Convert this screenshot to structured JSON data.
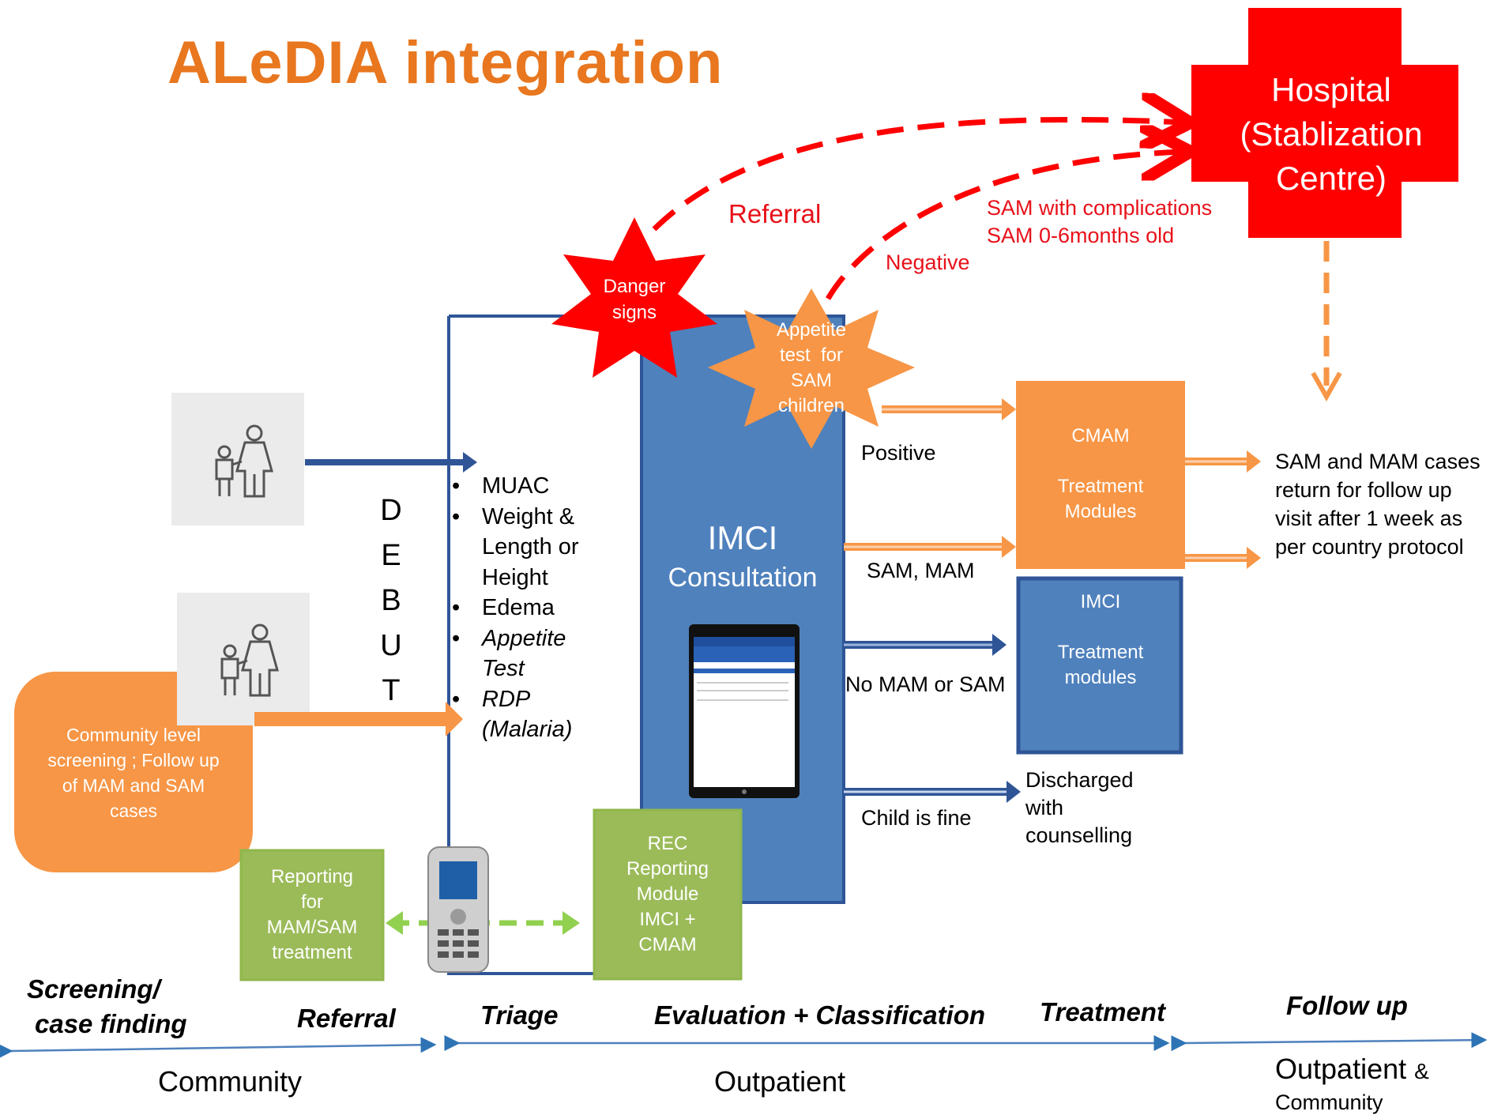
{
  "title": "ALeDIA integration",
  "hospital": {
    "line1": "Hospital",
    "line2": "(Stablization",
    "line3": "Centre)"
  },
  "referral_label": "Referral",
  "sam_complications": {
    "line1": "SAM with complications",
    "line2": "SAM 0-6months old"
  },
  "negative_label": "Negative",
  "danger_signs": {
    "line1": "Danger",
    "line2": "signs"
  },
  "appetite_test": {
    "line1": "Appetite",
    "line2": "test  for",
    "line3": "SAM",
    "line4": "children"
  },
  "debut_letters": [
    "D",
    "E",
    "B",
    "U",
    "T"
  ],
  "triage_items": [
    {
      "text": "MUAC",
      "italic": false
    },
    {
      "text": "Weight &",
      "italic": false
    },
    {
      "text": "Length or",
      "italic": false,
      "continuation": true
    },
    {
      "text": "Height",
      "italic": false,
      "continuation": true
    },
    {
      "text": "Edema",
      "italic": false
    },
    {
      "text": "Appetite",
      "italic": true
    },
    {
      "text": "Test",
      "italic": true,
      "continuation": true
    },
    {
      "text": "RDP",
      "italic": true
    },
    {
      "text": "(Malaria)",
      "italic": true,
      "continuation": true
    }
  ],
  "imci_consultation": {
    "line1": "IMCI",
    "line2": "Consultation"
  },
  "outcomes": {
    "positive": "Positive",
    "sam_mam": "SAM, MAM",
    "no_mam_sam": "No MAM or SAM",
    "child_fine": "Child is fine"
  },
  "cmam_box": {
    "line1": "CMAM",
    "line2": "Treatment",
    "line3": "Modules"
  },
  "imci_box": {
    "line1": "IMCI",
    "line2": "Treatment",
    "line3": "modules"
  },
  "discharged": {
    "line1": "Discharged",
    "line2": "with",
    "line3": "counselling"
  },
  "followup_text": {
    "line1": "SAM and MAM cases",
    "line2": "return for follow up",
    "line3": "visit after 1 week as",
    "line4": "per country protocol"
  },
  "community_box": {
    "line1": "Community level",
    "line2": "screening ; Follow up",
    "line3": "of MAM and SAM",
    "line4": "cases"
  },
  "reporting_box": {
    "line1": "Reporting",
    "line2": "for",
    "line3": "MAM/SAM",
    "line4": "treatment"
  },
  "rec_box": {
    "line1": "REC",
    "line2": "Reporting",
    "line3": "Module",
    "line4": "IMCI +",
    "line5": "CMAM"
  },
  "stages": {
    "screening_line1": "Screening/",
    "screening_line2": "case finding",
    "referral": "Referral",
    "triage": "Triage",
    "evaluation": "Evaluation + Classification",
    "treatment": "Treatment",
    "follow_up": "Follow up"
  },
  "settings": {
    "community": "Community",
    "outpatient": "Outpatient",
    "outpatient_community_line1": "Outpatient",
    "outpatient_community_amp": "&",
    "outpatient_community_line2": "Community"
  },
  "colors": {
    "title_orange": "#e8771f",
    "hospital_red": "#ff0000",
    "referral_red": "#e8111a",
    "imci_blue": "#4f81bd",
    "orange": "#f79646",
    "green": "#9bbb59",
    "arrow_blue": "#2f5597"
  },
  "icons": [
    "parent-child-icon",
    "mobile-phone-icon",
    "tablet-screen-icon"
  ]
}
